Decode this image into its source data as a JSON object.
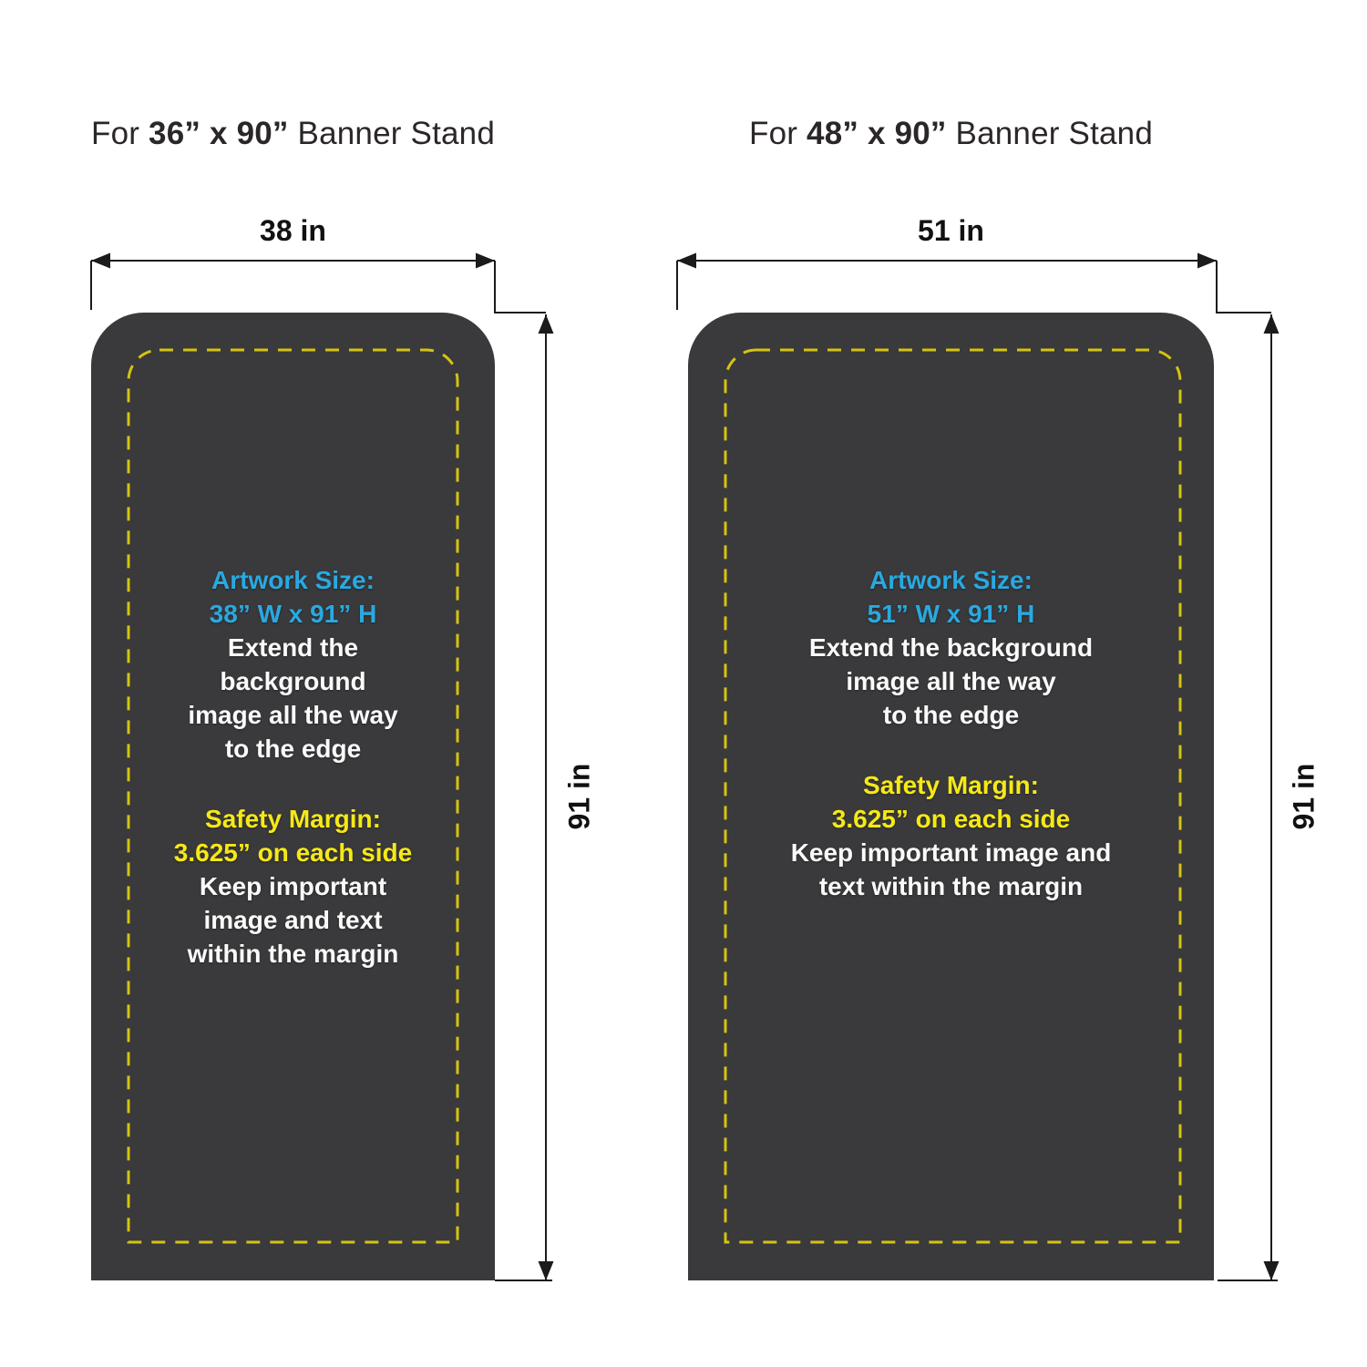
{
  "colors": {
    "banner_fill": "#3a393b",
    "artwork_blue": "#29a9e1",
    "safety_yellow": "#f5e916",
    "margin_dash_yellow": "#d4c411",
    "dimension_line_black": "#1b1b1b",
    "body_text_white": "#fafafa"
  },
  "panels": [
    {
      "title_prefix": "For ",
      "title_size": "36” x 90”",
      "title_suffix": " Banner Stand",
      "width_label": "38 in",
      "height_label": "91 in",
      "artwork_heading": "Artwork Size:",
      "artwork_size": "38” W x 91” H",
      "extend_lines": [
        "Extend the",
        "background",
        "image all the way",
        "to the edge"
      ],
      "safety_heading": "Safety Margin:",
      "safety_value": "3.625” on each side",
      "keep_lines": [
        "Keep important",
        "image and text",
        "within the margin"
      ]
    },
    {
      "title_prefix": "For ",
      "title_size": "48” x 90”",
      "title_suffix": " Banner Stand",
      "width_label": "51 in",
      "height_label": "91 in",
      "artwork_heading": "Artwork Size:",
      "artwork_size": "51” W x 91” H",
      "extend_lines": [
        "Extend the background",
        "image all the way",
        "to the edge"
      ],
      "safety_heading": "Safety Margin:",
      "safety_value": "3.625” on each side",
      "keep_lines": [
        "Keep important image and",
        "text within the margin"
      ]
    }
  ]
}
